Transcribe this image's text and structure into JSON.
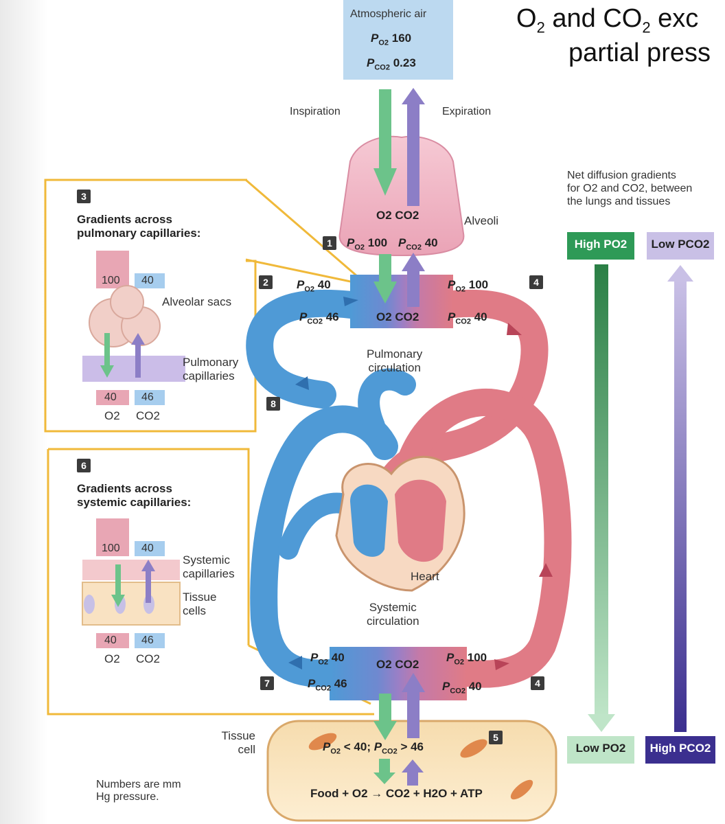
{
  "title": {
    "line1_a": "O",
    "line1_sub": "2",
    "line1_b": " and CO",
    "line1_sub2": "2",
    "line1_c": " exc",
    "line2": "partial press"
  },
  "atmosphere": {
    "label": "Atmospheric air",
    "po2_label": "P",
    "po2_sub": "O2",
    "po2_value": "160",
    "pco2_label": "P",
    "pco2_sub": "CO2",
    "pco2_value": "0.23"
  },
  "flows": {
    "inspiration": "Inspiration",
    "expiration": "Expiration"
  },
  "alveoli": {
    "label": "Alveoli",
    "gases": "O2 CO2",
    "po2_value": "100",
    "pco2_value": "40",
    "step": "1"
  },
  "pulmonary": {
    "label_line1": "Pulmonary",
    "label_line2": "circulation",
    "left_po2": "40",
    "left_pco2": "46",
    "right_po2": "100",
    "right_pco2": "40",
    "center_gases": "O2 CO2",
    "step_left": "2",
    "step_right": "4",
    "step_return": "8"
  },
  "systemic": {
    "label_line1": "Systemic",
    "label_line2": "circulation",
    "left_po2": "40",
    "left_pco2": "46",
    "right_po2": "100",
    "right_pco2": "40",
    "center_gases": "O2 CO2",
    "step_left": "7",
    "step_right": "4"
  },
  "heart": {
    "label": "Heart"
  },
  "tissue": {
    "label_line1": "Tissue",
    "label_line2": "cell",
    "step": "5",
    "condition_po2": "< 40;",
    "condition_pco2": "> 46",
    "equation": "Food + O2 → CO2 + H2O + ATP"
  },
  "box3": {
    "step": "3",
    "title_line1": "Gradients across",
    "title_line2": "pulmonary capillaries:",
    "top_o2": "100",
    "top_co2": "40",
    "sacs_label": "Alveolar sacs",
    "cap_label_line1": "Pulmonary",
    "cap_label_line2": "capillaries",
    "bottom_o2": "40",
    "bottom_co2": "46",
    "o2_label": "O2",
    "co2_label": "CO2"
  },
  "box6": {
    "step": "6",
    "title_line1": "Gradients across",
    "title_line2": "systemic capillaries:",
    "top_o2": "100",
    "top_co2": "40",
    "cap_label_line1": "Systemic",
    "cap_label_line2": "capillaries",
    "tissue_label_line1": "Tissue",
    "tissue_label_line2": "cells",
    "bottom_o2": "40",
    "bottom_co2": "46",
    "o2_label": "O2",
    "co2_label": "CO2"
  },
  "gradients": {
    "caption_line1": "Net diffusion gradients",
    "caption_line2": "for O2 and CO2, between",
    "caption_line3": "the lungs and tissues",
    "high_po2": "High PO2",
    "low_pco2": "Low PCO2",
    "low_po2": "Low PO2",
    "high_pco2": "High PCO2"
  },
  "note": {
    "line1": "Numbers are mm",
    "line2": "Hg pressure."
  },
  "colors": {
    "o2_green": "#6cc38a",
    "co2_purple": "#8c7ec6",
    "oxygenated_red": "#e07b86",
    "deoxygenated_blue": "#4f9ad6",
    "box_border": "#f0b93a",
    "atm_box": "#bcd9f0",
    "high_po2_box": "#2e9a57",
    "high_pco2_box": "#3b2f8f"
  }
}
